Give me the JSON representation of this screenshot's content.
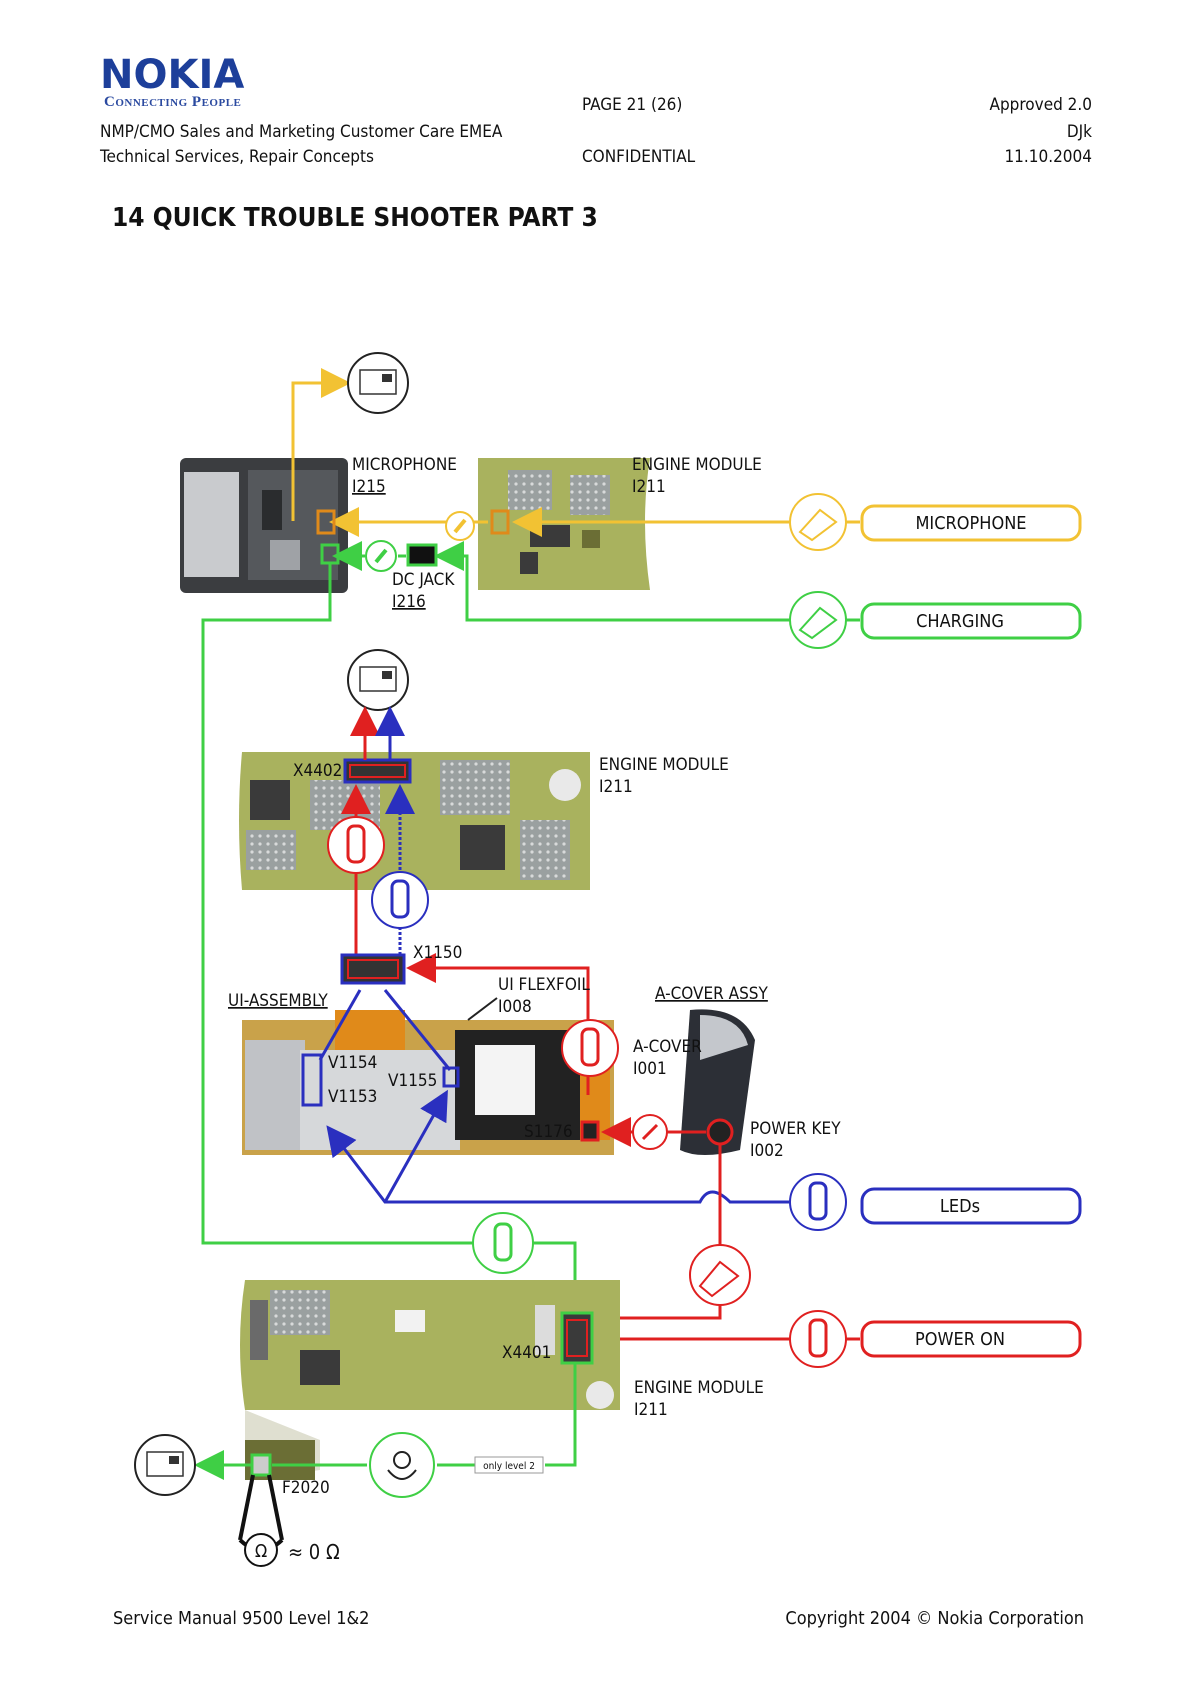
{
  "header": {
    "brand": "NOKIA",
    "tagline": "Connecting People",
    "dept1": "NMP/CMO Sales and Marketing Customer Care EMEA",
    "dept2": "Technical Services, Repair Concepts",
    "page": "PAGE 21 (26)",
    "confidential": "CONFIDENTIAL",
    "approved": "Approved 2.0",
    "author": "DJk",
    "date": "11.10.2004"
  },
  "title": "14  QUICK TROUBLE SHOOTER PART 3",
  "diagram": {
    "labels": {
      "microphone": "MICROPHONE",
      "i1215": "I215",
      "engine_module": "ENGINE MODULE",
      "i1211": "I211",
      "dc_jack": "DC JACK",
      "i1216": "I216",
      "x4402": "X4402",
      "x1150": "X1150",
      "ui_flexfoil": "UI FLEXFOIL",
      "i1008": "I008",
      "ui_assembly": "UI-ASSEMBLY",
      "a_cover_assy": "A-COVER ASSY",
      "a_cover": "A-COVER",
      "i1001": "I001",
      "v1154": "V1154",
      "v1155": "V1155",
      "v1153": "V1153",
      "s1176": "S1176",
      "power_key": "POWER KEY",
      "i1002": "I002",
      "x4401": "X4401",
      "f2020": "F2020",
      "only_level2": "only level 2",
      "ohm_value": "≈ 0 Ω",
      "ohm_symbol": "Ω"
    },
    "buttons": {
      "microphone": "MICROPHONE",
      "charging": "CHARGING",
      "leds": "LEDs",
      "power_on": "POWER ON"
    },
    "colors": {
      "yellow": "#f2c233",
      "green": "#3fcf45",
      "red": "#e02020",
      "blue": "#2a2fbf",
      "pcb": "#a9b25e"
    }
  },
  "footer": {
    "left": "Service Manual 9500 Level 1&2",
    "right": "Copyright 2004 © Nokia Corporation"
  }
}
